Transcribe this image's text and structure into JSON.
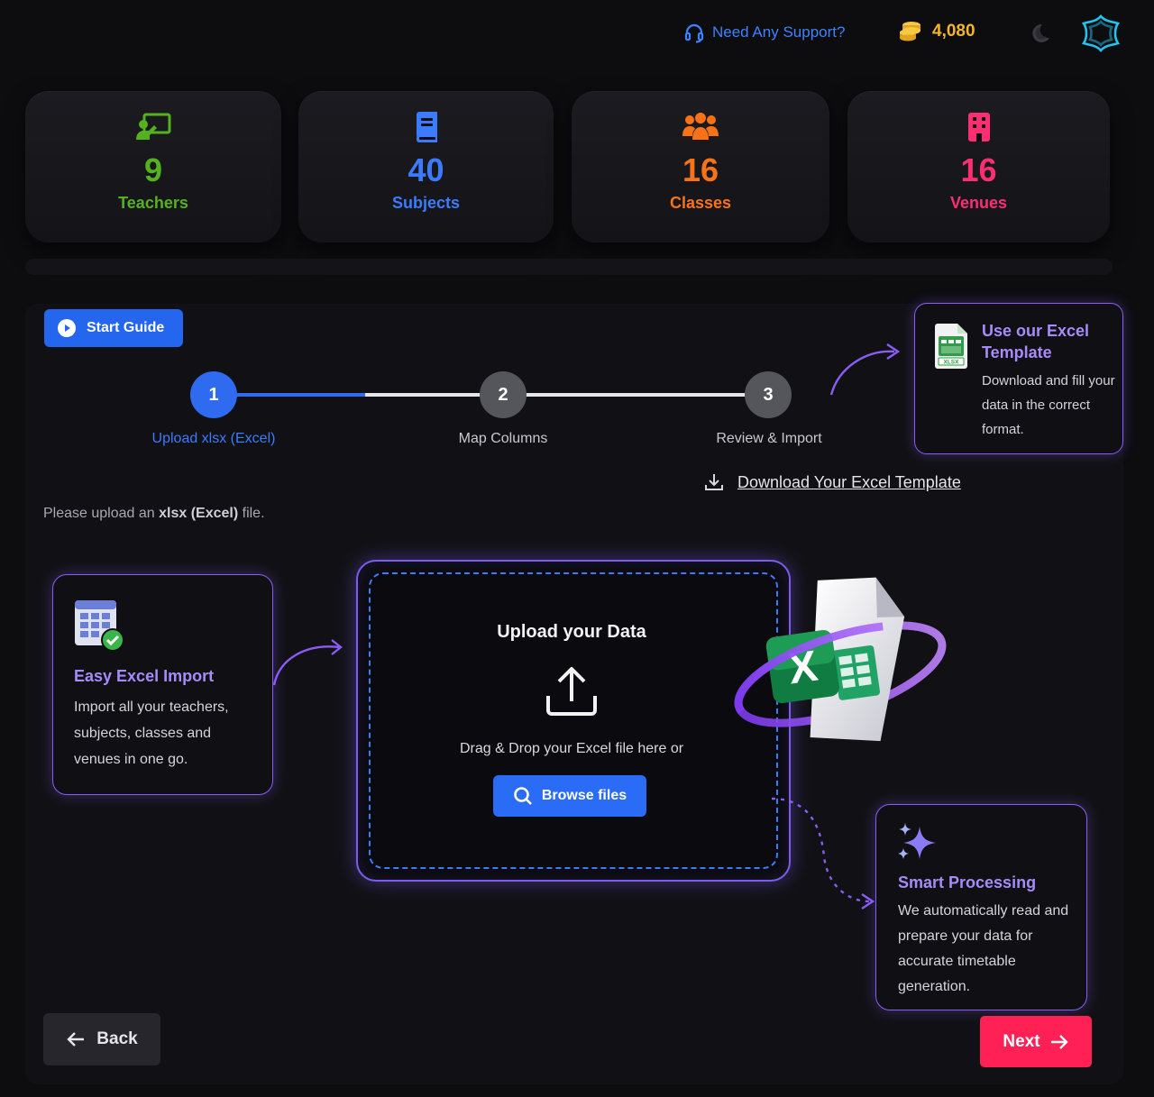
{
  "header": {
    "support_label": "Need Any Support?",
    "coins_value": "4,080"
  },
  "stats": [
    {
      "value": "9",
      "label": "Teachers",
      "color": "#55b21f",
      "icon": "teacher-board-icon"
    },
    {
      "value": "40",
      "label": "Subjects",
      "color": "#3b7bff",
      "icon": "book-icon"
    },
    {
      "value": "16",
      "label": "Classes",
      "color": "#f97316",
      "icon": "users-group-icon"
    },
    {
      "value": "16",
      "label": "Venues",
      "color": "#ff2e73",
      "icon": "building-icon"
    }
  ],
  "guide": {
    "start_label": "Start Guide"
  },
  "stepper": {
    "steps": [
      {
        "number": "1",
        "label": "Upload xlsx (Excel)",
        "state": "active"
      },
      {
        "number": "2",
        "label": "Map Columns",
        "state": "inactive"
      },
      {
        "number": "3",
        "label": "Review & Import",
        "state": "inactive"
      }
    ]
  },
  "template_card": {
    "title": "Use our Excel Template",
    "description": "Download and fill your data in the correct format.",
    "file_badge": "XLSX"
  },
  "download_link": "Download Your Excel Template",
  "hint": {
    "prefix": "Please upload an ",
    "bold": "xlsx (Excel)",
    "suffix": " file."
  },
  "easy_import": {
    "title": "Easy Excel Import",
    "description": "Import all your teachers, subjects, classes and venues in one go."
  },
  "upload": {
    "title": "Upload your Data",
    "drag_text": "Drag & Drop your Excel file here or",
    "browse_label": "Browse files",
    "excel_badge": "X"
  },
  "smart": {
    "title": "Smart Processing",
    "description": "We automatically read and prepare your data for accurate timetable generation."
  },
  "nav": {
    "back_label": "Back",
    "next_label": "Next"
  },
  "colors": {
    "accent_blue": "#2566ee",
    "accent_purple": "#8b5cf6",
    "next_red": "#ff2156",
    "coin_gold": "#f4b52a"
  }
}
